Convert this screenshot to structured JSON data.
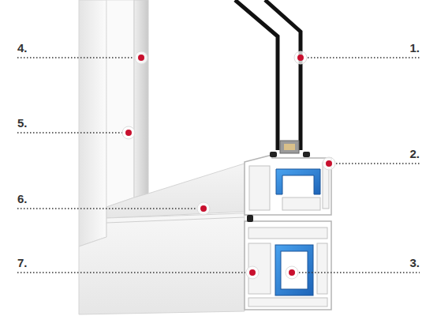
{
  "diagram": {
    "labels": [
      "4.",
      "1.",
      "5.",
      "2.",
      "6.",
      "7.",
      "3."
    ]
  }
}
